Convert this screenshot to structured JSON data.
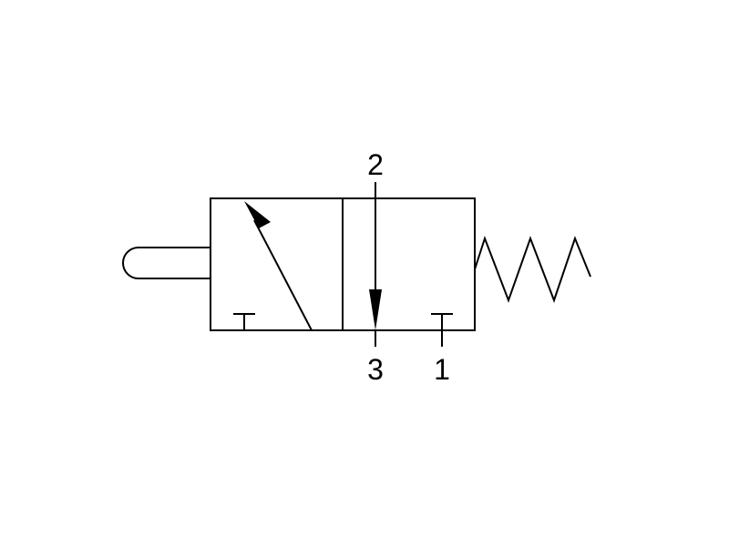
{
  "colors": {
    "background": "#ffffff",
    "line": "#000000"
  },
  "symbol": {
    "actuator": "push-button",
    "return": "spring",
    "positions": 2,
    "ports": [
      {
        "label": "2"
      },
      {
        "label": "3"
      },
      {
        "label": "1"
      }
    ]
  }
}
